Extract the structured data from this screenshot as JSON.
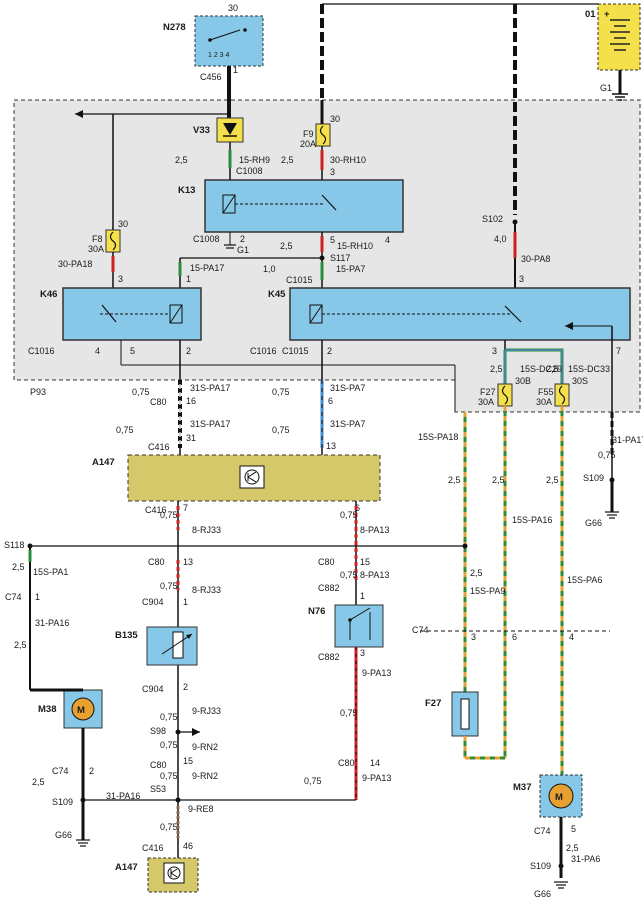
{
  "battery": {
    "id": "01",
    "ground": "G1"
  },
  "dlabels": {
    "n278": "N278",
    "n278_pin": "30",
    "n278_pins": "1 2 3 4",
    "c456": "C456",
    "c456_pin": "1",
    "v33": "V33",
    "f9": "F9",
    "f9_rating": "20A",
    "f9_pin": "30",
    "f9_pin_b": "3",
    "rh9": "15-RH9",
    "rh9_size": "2,5",
    "rh10a": "30-RH10",
    "rh10a_size": "2,5",
    "c1008a": "C1008",
    "c1008b": "C1008",
    "c1008_pin": "2",
    "k13": "K13",
    "k13_pin": "4",
    "g1b": "G1",
    "rh10b": "15-RH10",
    "rh10b_size": "2,5",
    "rh10b_pin": "5",
    "s102": "S102",
    "pa8_size": "4,0",
    "pa8": "30-PA8",
    "pa8_pin": "3",
    "f8": "F8",
    "f8_rating": "30A",
    "f8_pin": "30",
    "pa18a": "30-PA18",
    "pa18a_pin": "3",
    "pa17a": "15-PA17",
    "pa17a_pin": "1",
    "s117": "S117",
    "pa7a": "15-PA7",
    "pa7a_size": "1,0",
    "c1015a": "C1015",
    "k46": "K46",
    "k45": "K45",
    "c1016a": "C1016",
    "c1016b": "C1016",
    "c1015b": "C1015",
    "k46_pin4": "4",
    "k46_pin5": "5",
    "k46_pin2": "2",
    "k45_pin2": "2",
    "k45_pin3": "3",
    "k45_pin7": "7",
    "dc29": "15S-DC29",
    "dc33": "15S-DC33",
    "f27": "F27",
    "f27_rating": "30A",
    "f27_pin": "30B",
    "f55": "F55",
    "f55_rating": "30A",
    "f55_pin": "30S",
    "size25a": "2,5",
    "size25b": "2,5",
    "p93": "P93",
    "pa17b": "31S-PA17",
    "pa17b_size": "0,75",
    "c80a": "C80",
    "c80a_pin": "16",
    "pa17c": "31S-PA17",
    "pa17c_size": "0,75",
    "c416a": "C416",
    "c416a_pin": "31",
    "pa7b": "31S-PA7",
    "pa7b_size": "0,75",
    "pa7b_pin": "6",
    "pa7c": "31S-PA7",
    "pa7c_size": "0,75",
    "pa7c_pin": "13",
    "pa18b": "15S-PA18",
    "pa16a": "15S-PA16",
    "pa6": "15S-PA6",
    "size25c": "2,5",
    "size25d": "2,5",
    "size25e": "2,5",
    "pa17d": "31-PA17",
    "pa17d_size": "0,75",
    "s109a": "S109",
    "g66a": "G66",
    "a147a": "A147",
    "c416b": "C416",
    "c416b_pin": "7",
    "c416c_pin": "6",
    "rj33a": "8-RJ33",
    "rj33a_size": "0,75",
    "pa13a": "8-PA13",
    "pa13a_size": "0,75",
    "s118": "S118",
    "pa1": "15S-PA1",
    "pa1_size": "2,5",
    "c80b": "C80",
    "c80b_pin": "13",
    "rj33b": "8-RJ33",
    "rj33b_size": "0,75",
    "c80c": "C80",
    "c80c_pin": "15",
    "pa13b": "8-PA13",
    "pa13b_size": "0,75",
    "c882a": "C882",
    "c882a_pin": "1",
    "c904a": "C904",
    "c904a_pin": "1",
    "pa9": "15S-PA9",
    "size25f": "2,5",
    "c74a": "C74",
    "c74a_pin": "1",
    "pa16b": "31-PA16",
    "pa16b_size": "2,5",
    "n76": "N76",
    "b135": "B135",
    "c74b": "C74",
    "c74_pin3": "3",
    "c74_pin6": "6",
    "c74_pin4": "4",
    "c882b": "C882",
    "c882b_pin": "3",
    "c904b": "C904",
    "c904b_pin": "2",
    "rj33c": "9-RJ33",
    "rj33c_size": "0,75",
    "pa13c": "9-PA13",
    "pa13c_size": "0,75",
    "f27b": "F27",
    "m38": "M38",
    "s98": "S98",
    "rn2a": "9-RN2",
    "rn2a_size": "0,75",
    "c80d": "C80",
    "c80d_pin": "15",
    "c80e": "C80",
    "c80e_pin": "14",
    "rn2b": "9-RN2",
    "rn2b_size": "0,75",
    "pa13d": "9-PA13",
    "pa13d_size": "0,75",
    "c74c": "C74",
    "c74c_pin": "2",
    "pa16c": "31-PA16",
    "pa16c_size": "2,5",
    "s109b": "S109",
    "s553": "S53",
    "re8": "9-RE8",
    "m37": "M37",
    "g66b": "G66",
    "c416d": "C416",
    "c416d_pin": "46",
    "re8_size": "0,75",
    "a147b": "A147",
    "c74d": "C74",
    "c74d_pin": "5",
    "pa6b": "31-PA6",
    "pa6b_size": "2,5",
    "s109c": "S109",
    "g66c": "G66"
  },
  "colors": {
    "component": "#87c8e8",
    "fuse": "#f4e04a",
    "module": "#d4c86a",
    "panel": "#e6e6e6",
    "wire": "#111111",
    "red": "#cc2222",
    "green": "#2e8b3e",
    "orange": "#e8a030",
    "blue": "#4a8ad4"
  }
}
